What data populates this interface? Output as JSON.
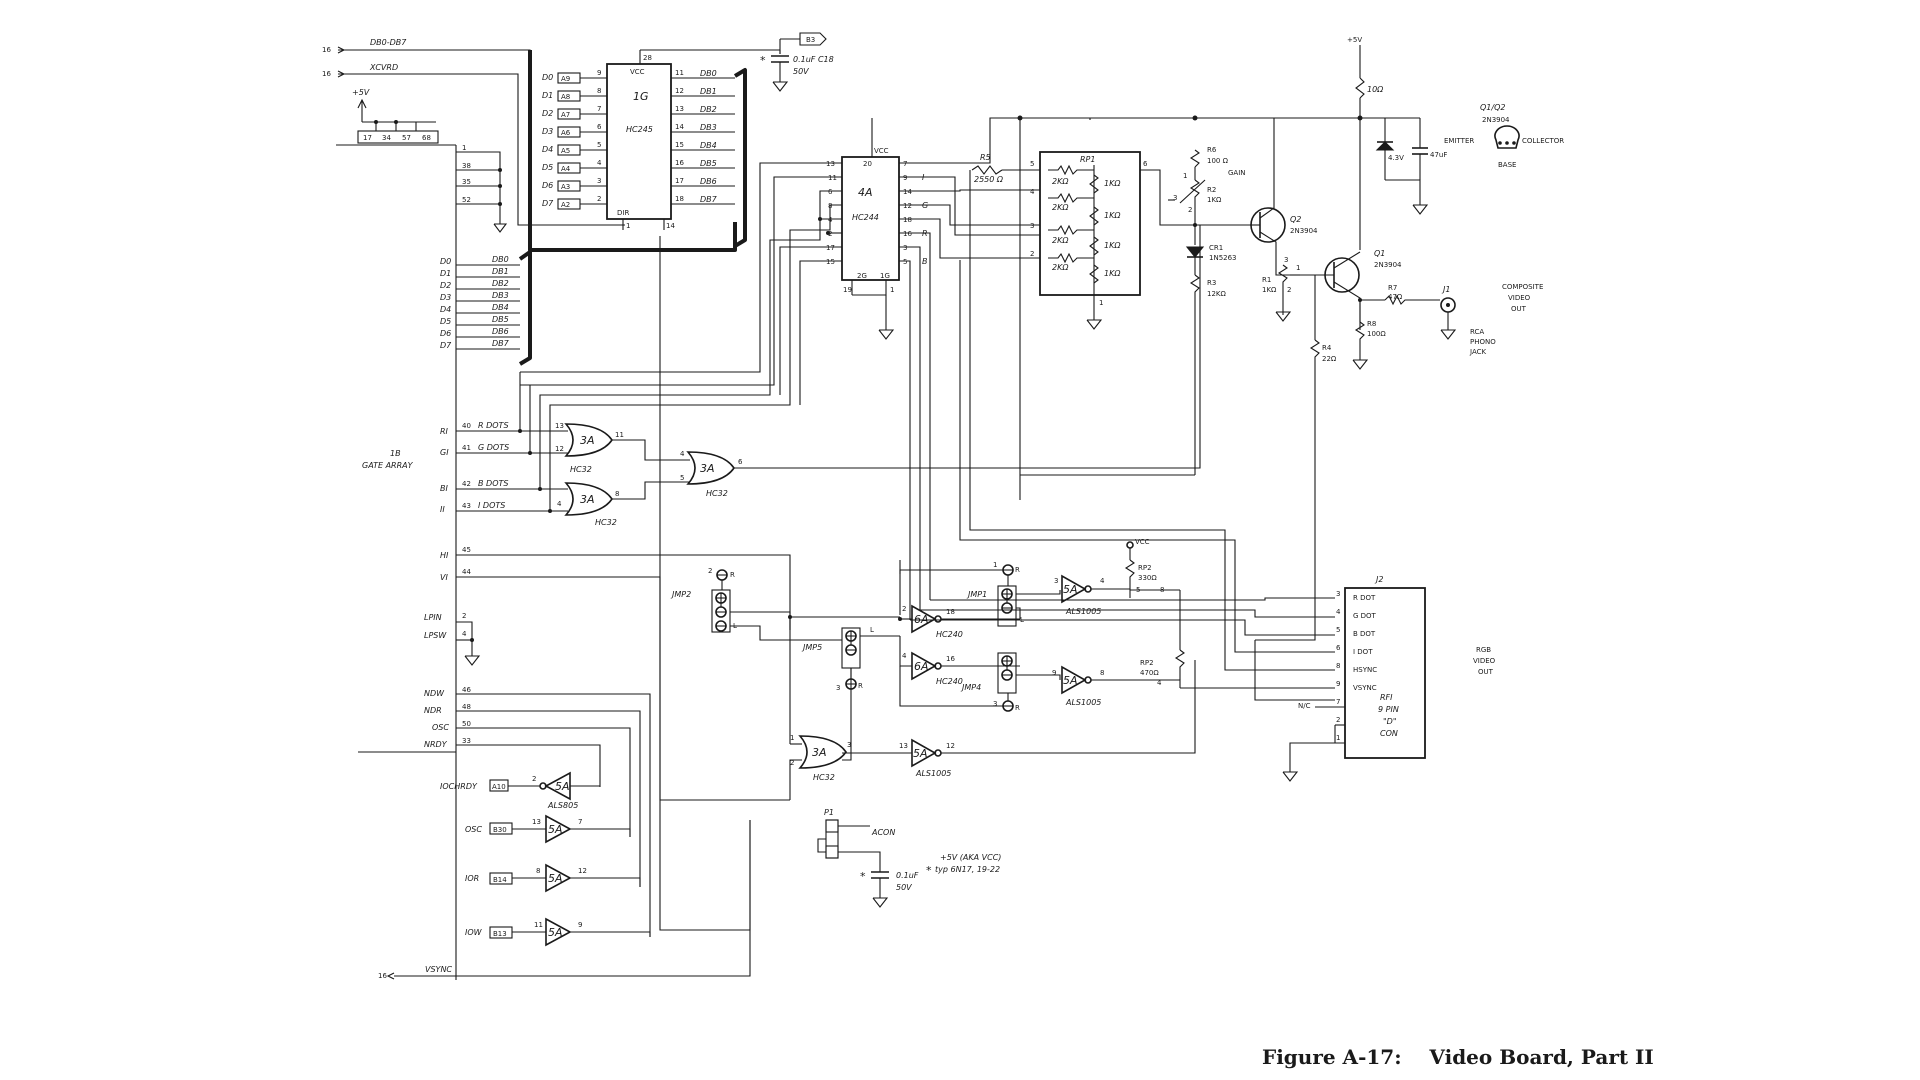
{
  "caption": "Figure A-17:    Video Board, Part II",
  "bus": {
    "db": "DB0-DB7",
    "xcvrd": "XCVRD",
    "ref16": "16",
    "vsync": "VSYNC"
  },
  "power": {
    "vcc_5v": "+5V",
    "vcc": "VCC",
    "acon": "ACON",
    "note": "+5V (AKA VCC)",
    "note2": "typ 6N17, 19-22"
  },
  "chips": {
    "u1g": {
      "ref": "1G",
      "part": "HC245",
      "vcc": "VCC",
      "dir": "DIR"
    },
    "u4a": {
      "ref": "4A",
      "part": "HC244",
      "vcc": "VCC"
    },
    "u1b": {
      "ref": "1B",
      "desc": "GATE ARRAY"
    },
    "rp1": {
      "ref": "RP1",
      "r1": "2KΩ",
      "r2": "1KΩ"
    },
    "j2": {
      "ref": "J2",
      "desc1": "RGB",
      "desc2": "VIDEO",
      "desc3": "OUT",
      "pins": [
        "R DOT",
        "G DOT",
        "B DOT",
        "I DOT",
        "HSYNC",
        "VSYNC"
      ],
      "rfi1": "RFI",
      "rfi2": "9 PIN",
      "rfi3": "\"D\"",
      "rfi4": "CON",
      "nc": "N/C"
    }
  },
  "gates": {
    "or1": "3A",
    "or2": "3A",
    "or3": "3A",
    "or4": "3A",
    "hc32": "HC32",
    "inv1": "6A",
    "inv2": "6A",
    "hc240": "HC240",
    "buf1": "5A",
    "buf2": "5A",
    "buf3": "5A",
    "als": "ALS1005",
    "b1": "5A",
    "b2": "5A",
    "b3": "5A",
    "b4": "5A",
    "als805": "ALS805"
  },
  "components": {
    "c18": "0.1uF C18",
    "c18v": "50V",
    "cx": "0.1uF",
    "cxv": "50V",
    "r5": "R5",
    "r5v": "2550 Ω",
    "r6": "R6",
    "r6v": "100 Ω",
    "gain": "GAIN",
    "r2": "R2",
    "r2v": "1KΩ",
    "cr1": "CR1",
    "cr1v": "1N5263",
    "r3": "R3",
    "r3v": "12KΩ",
    "r1": "R1",
    "r1v": "1KΩ",
    "r4": "R4",
    "r4v": "22Ω",
    "r7": "R7",
    "r7v": "47Ω",
    "r8": "R8",
    "r8v": "100Ω",
    "r10": "10Ω",
    "zener": "4.3V",
    "cap47": "47uF",
    "q1": "Q1",
    "q1v": "2N3904",
    "q2": "Q2",
    "q2v": "2N3904",
    "q12": "Q1/Q2",
    "q12v": "2N3904",
    "emitter": "EMITTER",
    "collector": "COLLECTOR",
    "base": "BASE",
    "j1": "J1",
    "rca1": "RCA",
    "rca2": "PHONO",
    "rca3": "JACK",
    "comp1": "COMPOSITE",
    "comp2": "VIDEO",
    "comp3": "OUT",
    "rp2a": "RP2",
    "rp2av": "330Ω",
    "rp2b": "RP2",
    "rp2bv": "470Ω",
    "jmp1": "JMP1",
    "jmp2": "JMP2",
    "jmp4": "JMP4",
    "jmp5": "JMP5",
    "p1": "P1"
  },
  "signals": {
    "d": [
      "D0",
      "D1",
      "D2",
      "D3",
      "D4",
      "D5",
      "D6",
      "D7"
    ],
    "a": [
      "A9",
      "A8",
      "A7",
      "A6",
      "A5",
      "A4",
      "A3",
      "A2"
    ],
    "db": [
      "DB0",
      "DB1",
      "DB2",
      "DB3",
      "DB4",
      "DB5",
      "DB6",
      "DB7"
    ],
    "rdots": "R DOTS",
    "gdots": "G DOTS",
    "bdots": "B DOTS",
    "idots": "I DOTS",
    "ri": "RI",
    "gi": "GI",
    "bi": "BI",
    "ii": "II",
    "hi": "HI",
    "vi": "VI",
    "lpin": "LPIN",
    "lpsw": "LPSW",
    "ndw": "NDW",
    "ndr": "NDR",
    "osc": "OSC",
    "nrdy": "NRDY",
    "iochrdy": "IOCHRDY",
    "a10": "A10",
    "osc2": "OSC",
    "b30": "B30",
    "ior": "IOR",
    "b14": "B14",
    "iow": "IOW",
    "b13": "B13"
  }
}
